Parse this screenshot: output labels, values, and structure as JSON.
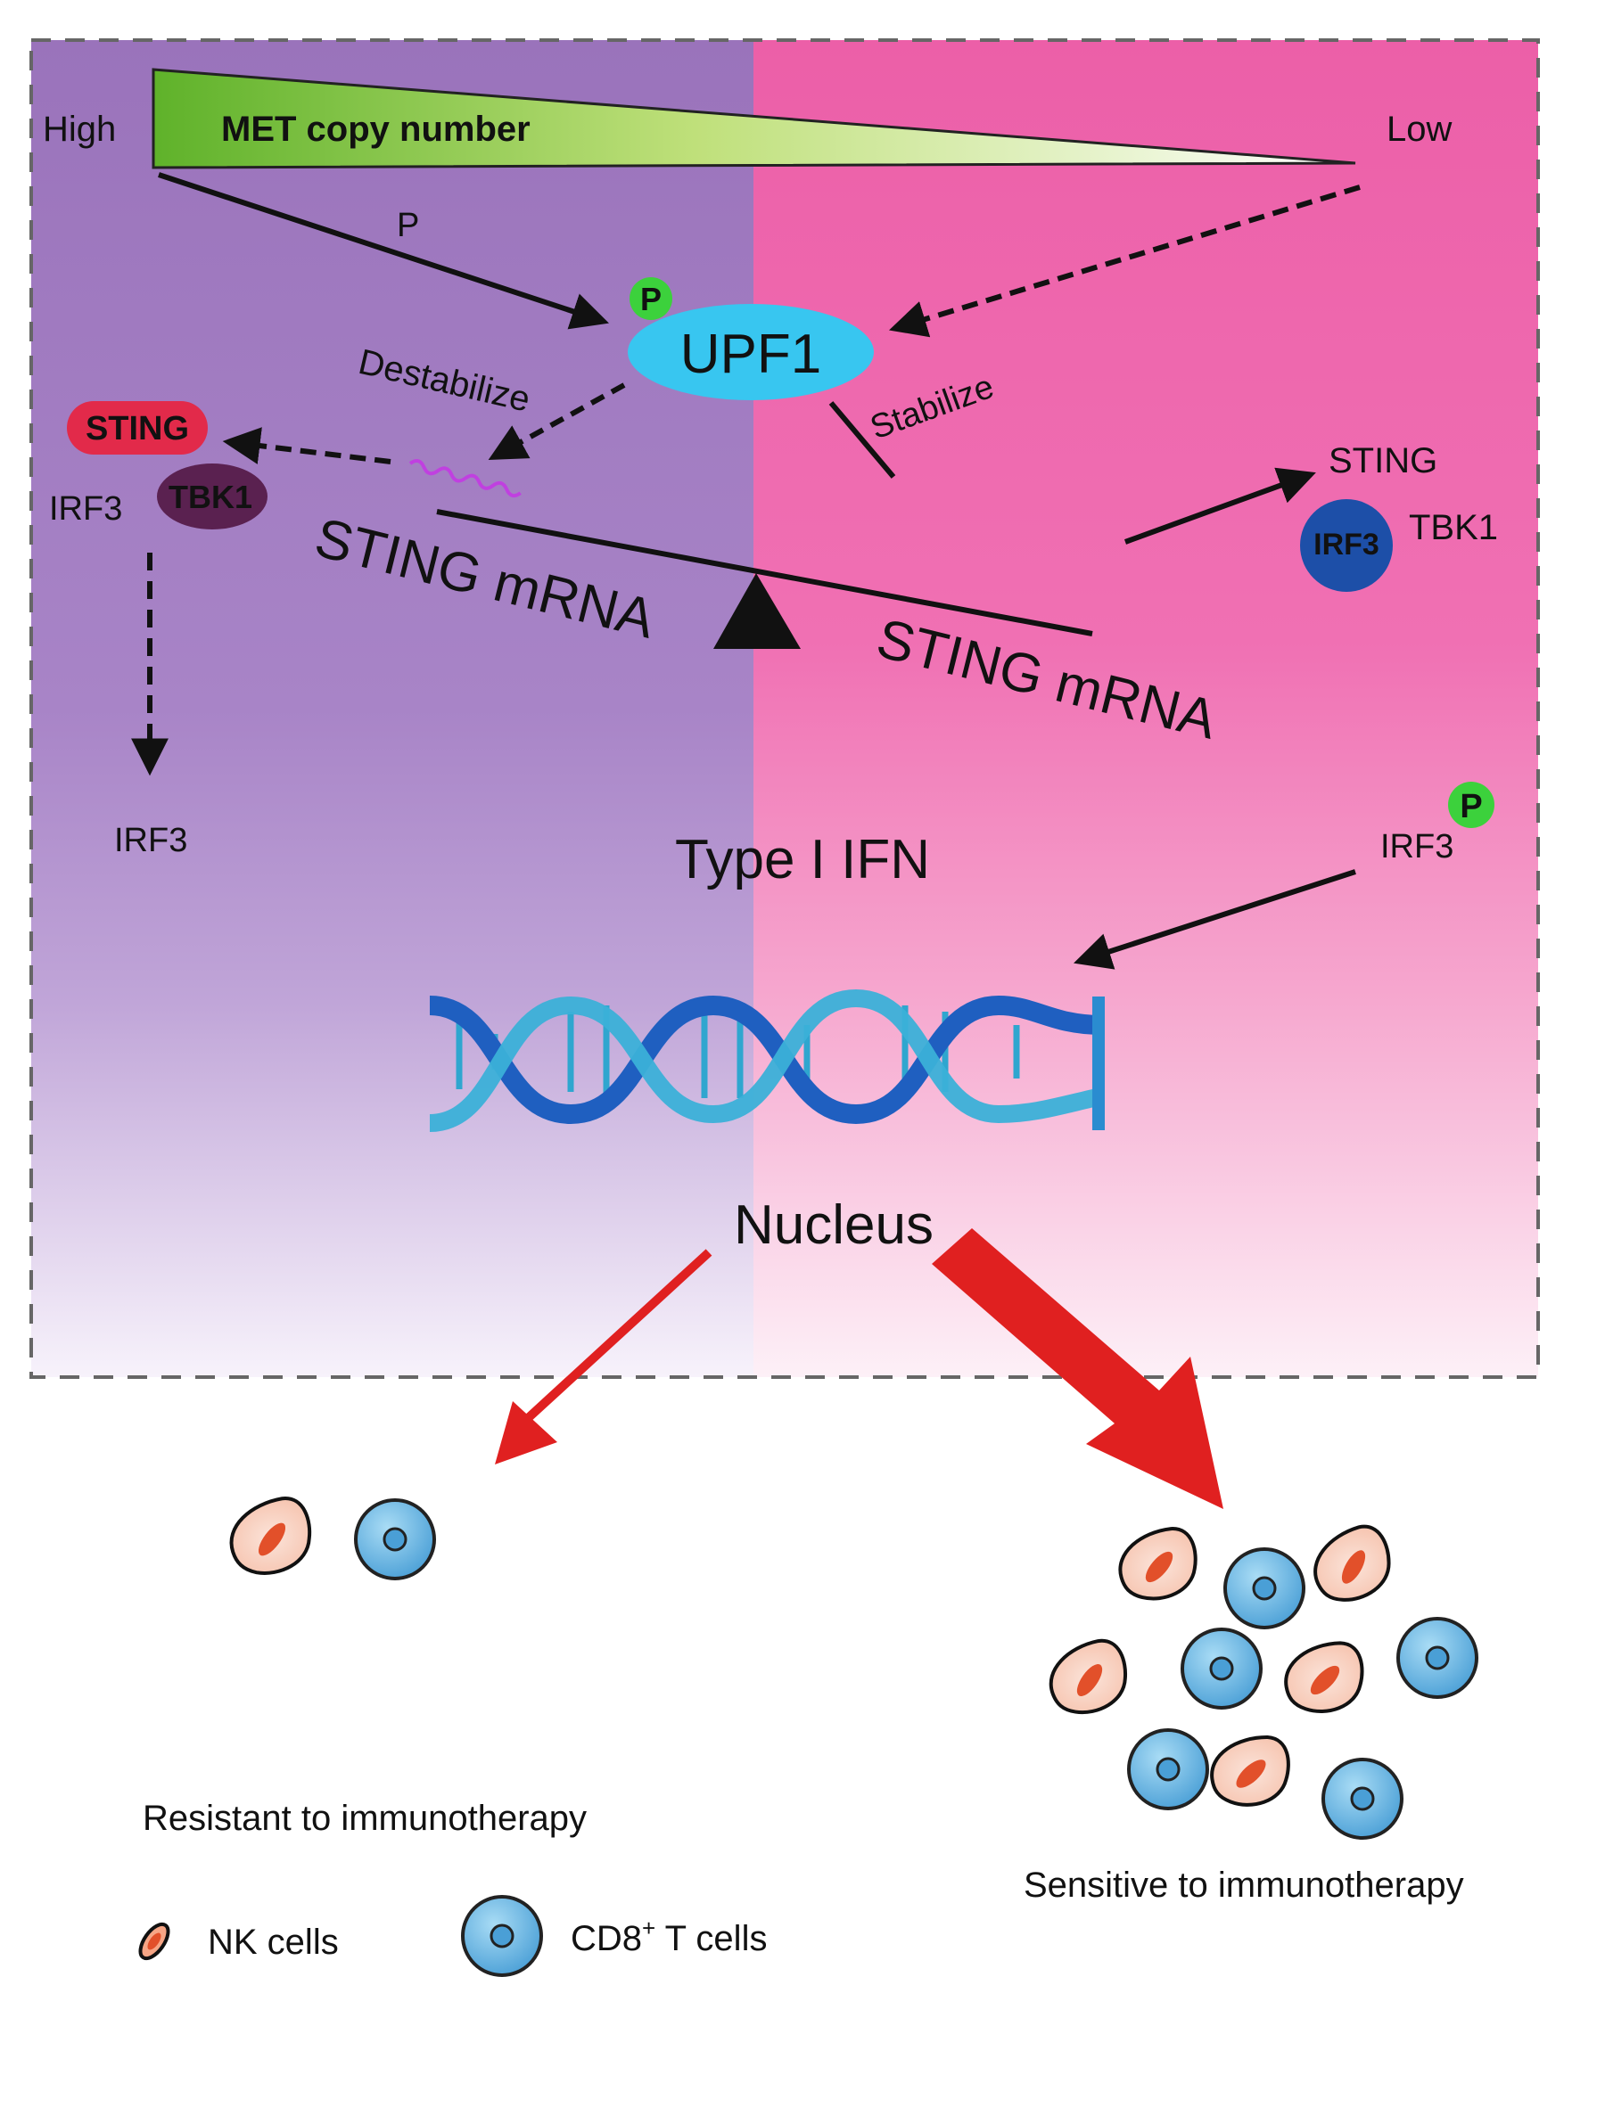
{
  "gradient_bar": {
    "high_label": "High",
    "low_label": "Low",
    "title": "MET copy number"
  },
  "phospho_label": "P",
  "upf1": {
    "label": "UPF1",
    "phospho": "P"
  },
  "destabilize_label": "Destabilize",
  "stabilize_label": "Stabilize",
  "left_complex": {
    "sting": "STING",
    "irf3": "IRF3",
    "tbk1": "TBK1"
  },
  "right_complex": {
    "sting": "STING",
    "irf3": "IRF3",
    "tbk1": "TBK1"
  },
  "mrna_left": "STING mRNA",
  "mrna_right": "STING mRNA",
  "irf3_left": "IRF3",
  "irf3_right": {
    "label": "IRF3",
    "phospho": "P"
  },
  "type1_ifn": "Type I IFN",
  "nucleus": "Nucleus",
  "resistant_label": "Resistant to immunotherapy",
  "sensitive_label": "Sensitive to immunotherapy",
  "legend": {
    "nk": "NK cells",
    "cd8_prefix": "CD8",
    "cd8_sup": "+",
    "cd8_suffix": " T cells"
  },
  "colors": {
    "left_panel": "#a07cbf",
    "right_panel": "#ef67ae",
    "upf1": "#38c6f0",
    "sting_pill": "#e22a4a",
    "tbk1": "#5a2150",
    "irf3_circle": "#1d4fa8",
    "phospho": "#3cd13c",
    "red_arrow": "#e02020",
    "dna_dark": "#1f5fc0",
    "dna_light": "#3bb0d8",
    "cd8_cell": "#7cc3ea",
    "nk_nucleus": "#e2502a"
  }
}
